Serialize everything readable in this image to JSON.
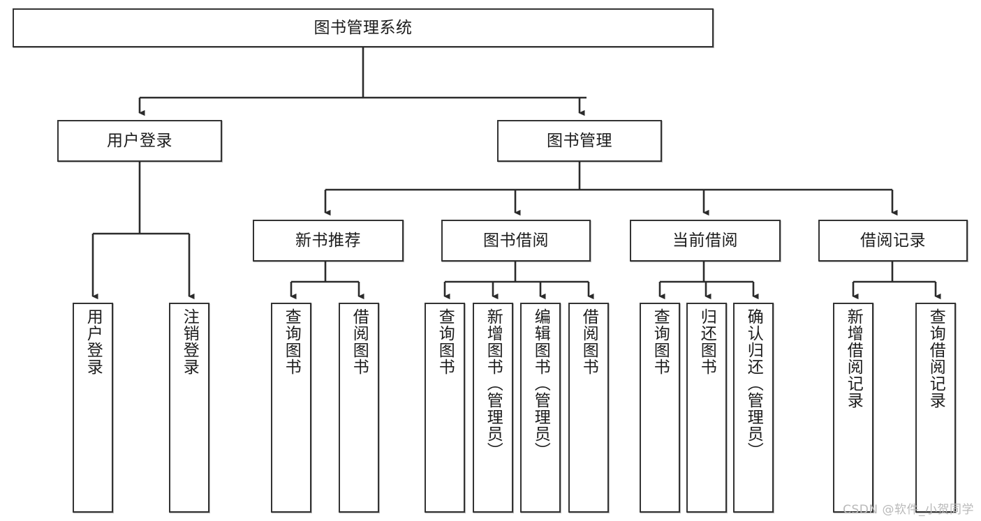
{
  "diagram": {
    "title": "图书管理系统",
    "type": "tree-hierarchy-diagram",
    "root": {
      "id": "root",
      "label": "图书管理系统"
    },
    "level1": [
      {
        "id": "user-login",
        "label": "用户登录"
      },
      {
        "id": "book-manage",
        "label": "图书管理"
      }
    ],
    "level2": [
      {
        "id": "new-book-recommend",
        "label": "新书推荐"
      },
      {
        "id": "book-borrow",
        "label": "图书借阅"
      },
      {
        "id": "current-borrow",
        "label": "当前借阅"
      },
      {
        "id": "borrow-record",
        "label": "借阅记录"
      }
    ],
    "leaves": {
      "user_login": [
        {
          "id": "leaf-user-login",
          "label": "用户登录"
        },
        {
          "id": "leaf-logout-login",
          "label": "注销登录"
        }
      ],
      "new_book_recommend": [
        {
          "id": "leaf-query-book-1",
          "label": "查询图书"
        },
        {
          "id": "leaf-borrow-book-1",
          "label": "借阅图书"
        }
      ],
      "book_borrow": [
        {
          "id": "leaf-query-book-2",
          "label": "查询图书"
        },
        {
          "id": "leaf-add-book",
          "label": "新增图书（管理员）"
        },
        {
          "id": "leaf-edit-book",
          "label": "编辑图书（管理员）"
        },
        {
          "id": "leaf-borrow-book-2",
          "label": "借阅图书"
        }
      ],
      "current_borrow": [
        {
          "id": "leaf-query-book-3",
          "label": "查询图书"
        },
        {
          "id": "leaf-return-book",
          "label": "归还图书"
        },
        {
          "id": "leaf-confirm-return",
          "label": "确认归还（管理员）"
        }
      ],
      "borrow_record": [
        {
          "id": "leaf-add-record",
          "label": "新增借阅记录"
        },
        {
          "id": "leaf-query-record",
          "label": "查询借阅记录"
        }
      ]
    }
  },
  "watermark": {
    "text": "CSDN @软件_小贺同学"
  },
  "colors": {
    "stroke": "#333333",
    "fill": "#ffffff",
    "text": "#1c1c1c",
    "watermark": "#b9b9b9"
  }
}
